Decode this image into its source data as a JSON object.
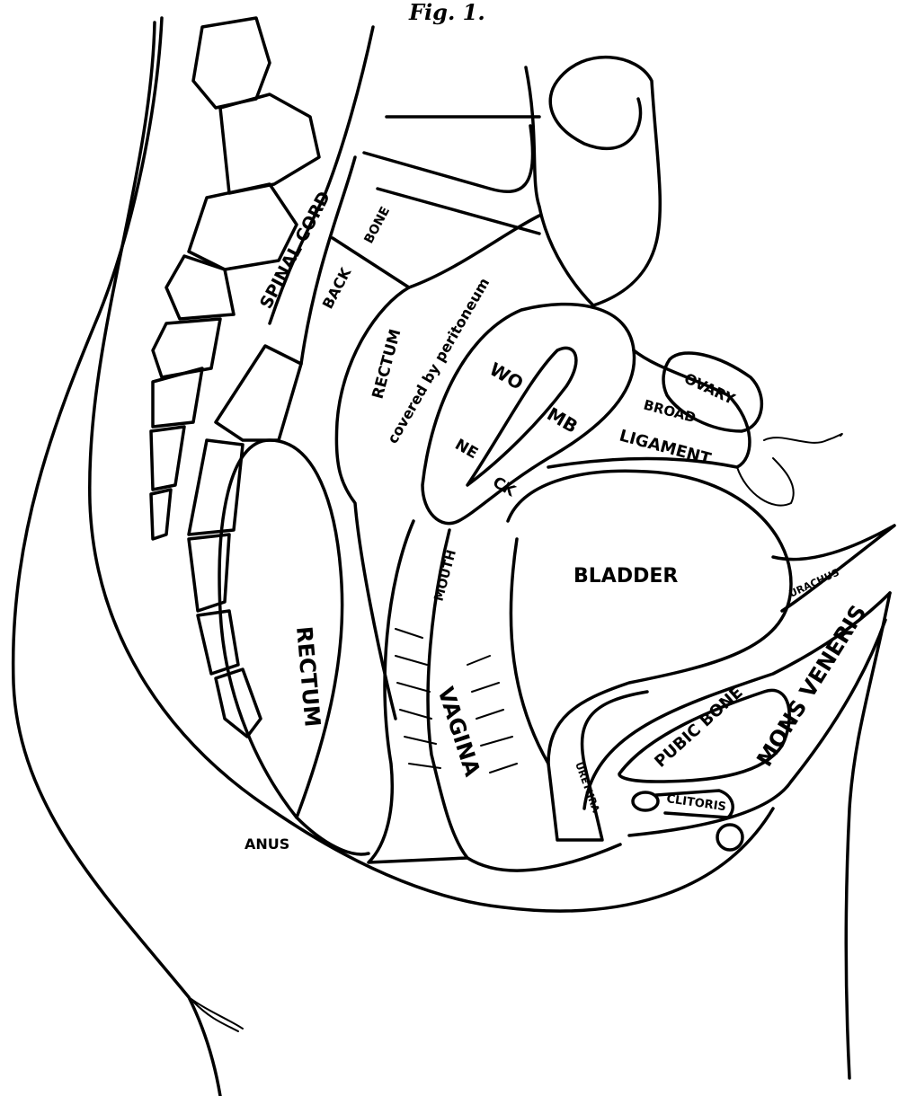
{
  "figure": {
    "title": "Fig. 1."
  },
  "labels": {
    "spinal_cord": "SPINAL CORD",
    "back": "BACK",
    "bone": "BONE",
    "rectum_upper": "RECTUM",
    "covered": "covered by peritoneum",
    "wo": "WO",
    "mb": "MB",
    "ne": "NE",
    "ck": "CK",
    "ovary": "OVARY",
    "broad": "BROAD",
    "ligament": "LIGAMENT",
    "bladder": "BLADDER",
    "urachus": "URACHUS",
    "mouth": "MOUTH",
    "rectum_lower": "RECTUM",
    "vagina": "VAGINA",
    "pubic_bone": "PUBIC BONE",
    "mons_veneris": "MONS VENERIS",
    "urethra": "URETHRA",
    "clitoris": "CLITORIS",
    "anus": "ANUS"
  }
}
